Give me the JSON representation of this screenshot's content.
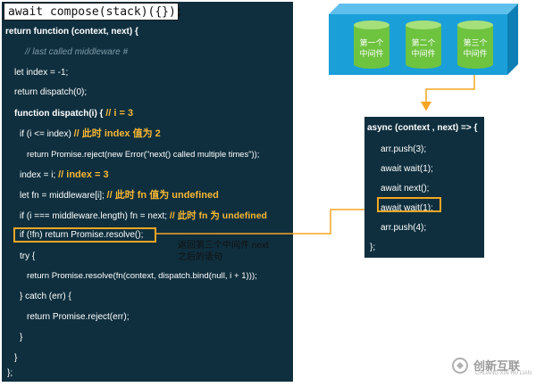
{
  "code": {
    "header": "await compose(stack)({});",
    "lines": [
      "return function (context, next) {",
      "// last called middleware #",
      "let index = -1;",
      "return dispatch(0);",
      "function dispatch(i) {",
      "// i = 3",
      "if (i <= index)",
      "// 此时 index 值为 2",
      "return Promise.reject(new Error(\"next() called multiple times\"));",
      "index = i;",
      "// index = 3",
      "let fn = middleware[i];",
      "// 此时 fn 值为 undefined",
      "if (i === middleware.length) fn = next;",
      "// 此时 fn 为 undefined",
      "if (!fn) return Promise.resolve();",
      "try {",
      "return Promise.resolve(fn(context, dispatch.bind(null, i + 1)));",
      "} catch (err) {",
      "return Promise.reject(err);",
      "}",
      "}",
      "};"
    ]
  },
  "callout": {
    "line1": "返回第三个中间件 next",
    "line2": "之后的语句"
  },
  "middleware_boxes": [
    {
      "line1": "第一个",
      "line2": "中间件"
    },
    {
      "line1": "第二个",
      "line2": "中间件"
    },
    {
      "line1": "第三个",
      "line2": "中间件"
    }
  ],
  "right_code": [
    "async (context , next) => {",
    "arr.push(3);",
    "await wait(1);",
    "await next();",
    "await wait(1);",
    "arr.push(4);",
    "};"
  ],
  "watermark": {
    "name": "创新互联",
    "sub": "CHUANG XIN HU LIAN"
  },
  "colors": {
    "panel_bg": "#0f2f3e",
    "accent_orange": "#f5a623",
    "box_blue": "#1a9fd9",
    "cylinder_green": "#6ec33f"
  }
}
